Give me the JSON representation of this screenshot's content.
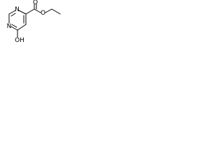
{
  "molecule": {
    "atoms": {
      "ring_n_top": "N",
      "ring_n_left": "N",
      "carbonyl_o": "O",
      "ester_o": "O",
      "hydroxyl": "OH"
    }
  }
}
